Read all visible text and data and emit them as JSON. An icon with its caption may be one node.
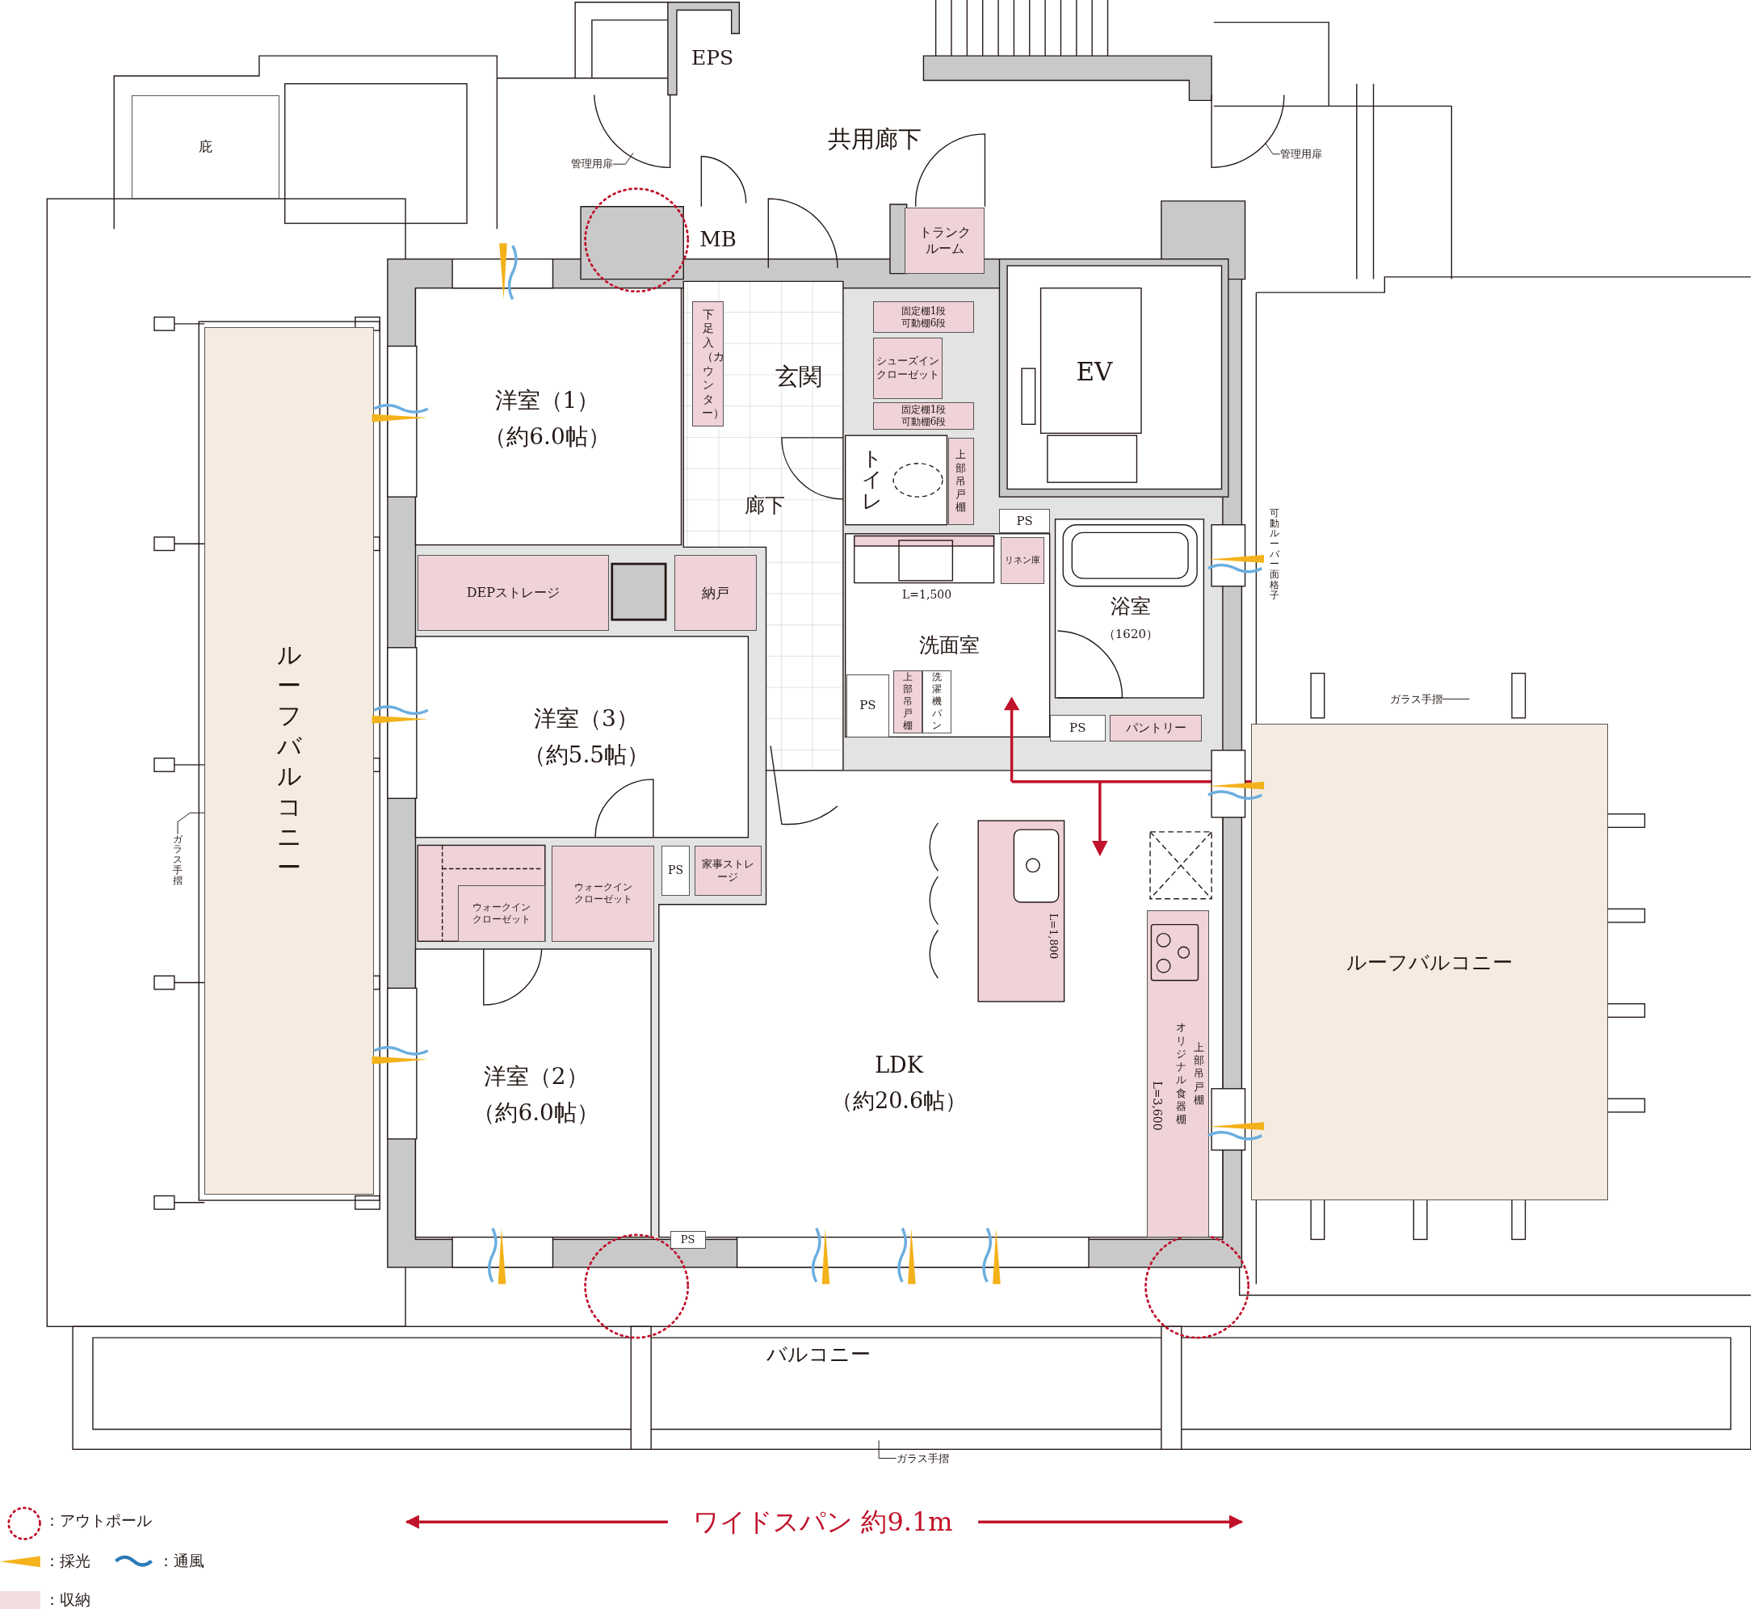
{
  "diagram": {
    "nodes": [
      {
        "text": [
          "庇"
        ]
      },
      {
        "text": [
          "EPS"
        ]
      },
      {
        "text": [
          "管理用扉"
        ]
      },
      {
        "text": [
          "共用廊下"
        ]
      },
      {
        "text": [
          "管理用扉"
        ]
      },
      {
        "text": [
          "MB"
        ]
      },
      {
        "text": [
          "トランクルーム"
        ]
      },
      {
        "text": [
          "洋室（1）",
          "（約6.0帖）"
        ]
      },
      {
        "text": [
          "下足入（カウンター）"
        ]
      },
      {
        "text": [
          "玄関"
        ]
      },
      {
        "text": [
          "固定棚1段可動棚6段"
        ]
      },
      {
        "text": [
          "シューズインクローゼット"
        ]
      },
      {
        "text": [
          "固定棚1段可動棚6段"
        ]
      },
      {
        "text": [
          "EV"
        ]
      },
      {
        "text": [
          "ルーフバルコニー"
        ]
      },
      {
        "text": [
          "ガラス手摺"
        ]
      },
      {
        "text": [
          "トイレ"
        ]
      },
      {
        "text": [
          "上部吊戸棚"
        ]
      },
      {
        "text": [
          "廊下"
        ]
      },
      {
        "text": [
          "PS"
        ]
      },
      {
        "text": [
          "可動ルーバー面格子"
        ]
      },
      {
        "text": [
          "DEPストレージ"
        ]
      },
      {
        "text": [
          "納戸"
        ]
      },
      {
        "text": [
          "リネン庫"
        ]
      },
      {
        "text": [
          "浴室",
          "（1620）"
        ]
      },
      {
        "text": [
          "洗面室"
        ]
      },
      {
        "text": [
          "PS"
        ]
      },
      {
        "text": [
          "上部吊戸棚"
        ]
      },
      {
        "text": [
          "洗濯機パン"
        ]
      },
      {
        "text": [
          "PS"
        ]
      },
      {
        "text": [
          "パントリー"
        ]
      },
      {
        "text": [
          "ガラス手摺"
        ]
      },
      {
        "text": [
          "ルーフバルコニー"
        ]
      },
      {
        "text": [
          "洋室（3）",
          "（約5.5帖）"
        ]
      },
      {
        "text": [
          "ウォークインクローゼット"
        ]
      },
      {
        "text": [
          "ウォークインクローゼット"
        ]
      },
      {
        "text": [
          "PS"
        ]
      },
      {
        "text": [
          "家事ストレージ"
        ]
      },
      {
        "text": [
          "LDK",
          "（約20.6帖）"
        ]
      },
      {
        "text": [
          "洋室（2）",
          "（約6.0帖）"
        ]
      },
      {
        "text": [
          "オリジナル食器棚",
          "上部吊戸棚"
        ]
      },
      {
        "text": [
          "PS"
        ]
      },
      {
        "text": [
          "バルコニー"
        ]
      },
      {
        "text": [
          "ガラス手摺"
        ]
      }
    ],
    "edges": [
      {
        "from": 2,
        "to": null,
        "arrow": "none"
      },
      {
        "from": 4,
        "to": null,
        "arrow": "none"
      },
      {
        "from": 15,
        "to": 14,
        "arrow": "none"
      },
      {
        "from": 31,
        "to": null,
        "arrow": "none"
      },
      {
        "from": 43,
        "to": null,
        "arrow": "none"
      }
    ],
    "labels": [
      "L=1,500",
      "L=1,800",
      "L=3,600",
      "ワイドスパン 約9.1m"
    ],
    "legend": [
      {
        "text": "：アウトポール"
      },
      {
        "text": "：採光",
        "color": "#f3b21b"
      },
      {
        "text": "：通風",
        "color": "#2a7ab8"
      },
      {
        "text": "：収納",
        "color": "#f2dde1"
      }
    ]
  }
}
